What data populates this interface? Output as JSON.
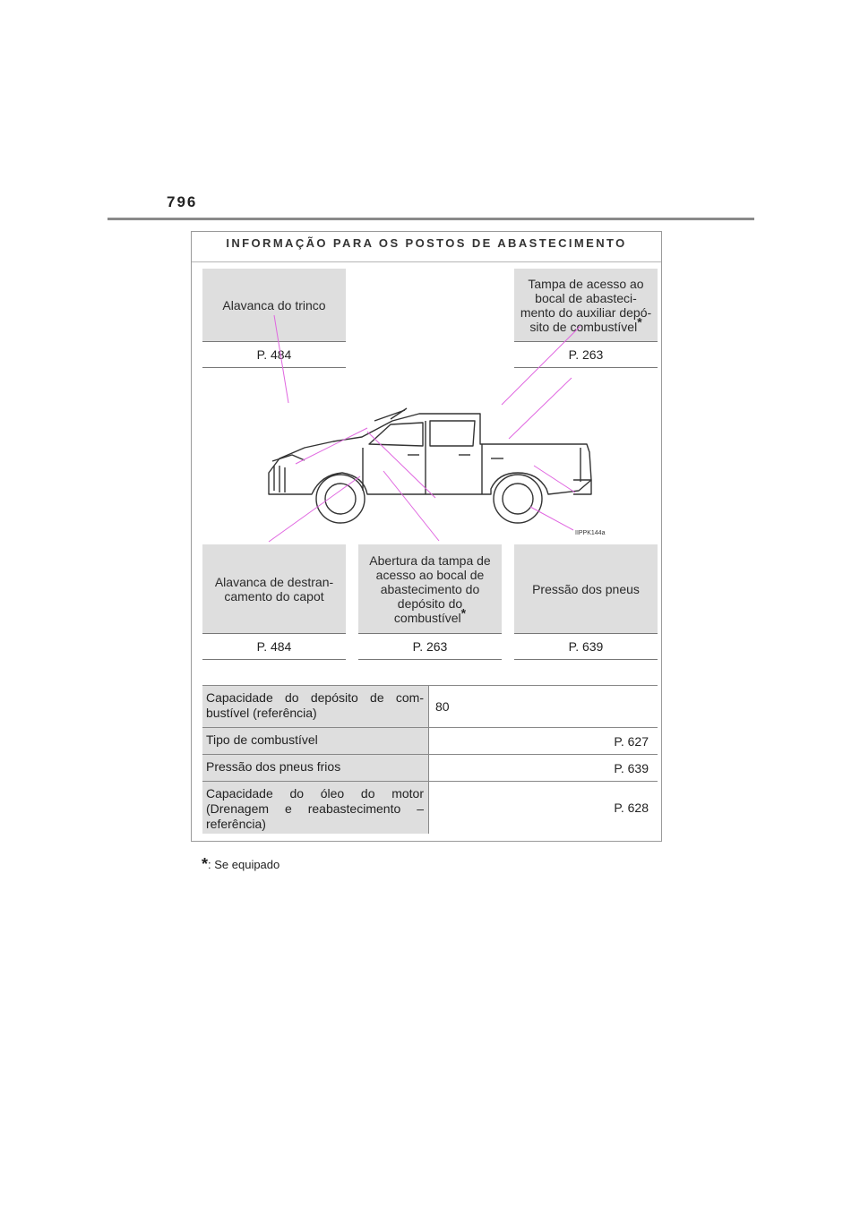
{
  "page": {
    "number": "796"
  },
  "panel": {
    "title": "INFORMAÇÃO PARA OS POSTOS DE ABASTECIMENTO"
  },
  "callouts": {
    "hood_latch": {
      "label": "Alavanca do trinco",
      "ref": "P. 484"
    },
    "fuel_cover_aux": {
      "label": "Tampa de acesso ao bocal de abasteci-mento do auxiliar depó-sito de combustível",
      "ref": "P. 263"
    },
    "hood_release": {
      "label": "Alavanca de destran-camento do capot",
      "ref": "P. 484"
    },
    "fuel_door_opener": {
      "label": "Abertura da tampa de acesso ao bocal de abastecimento do depósito do combustível",
      "ref": "P. 263"
    },
    "tire_pressure": {
      "label": "Pressão dos pneus",
      "ref": "P. 639"
    }
  },
  "image_code": "IIPPK144a",
  "spec_table": [
    {
      "key": "Capacidade do depósito de com-bustível (referência)",
      "value": "80"
    },
    {
      "key": "Tipo de combustível",
      "value": "P. 627"
    },
    {
      "key": "Pressão dos pneus frios",
      "value": "P. 639"
    },
    {
      "key": "Capacidade do óleo do motor (Drenagem e reabastecimento – referência)",
      "value": "P. 628"
    }
  ],
  "footnote": {
    "marker": "*",
    "text": ": Se equipado"
  },
  "colors": {
    "label_bg": "#dedede",
    "leader_line": "#e066e0",
    "rule": "#8a8a8a"
  }
}
